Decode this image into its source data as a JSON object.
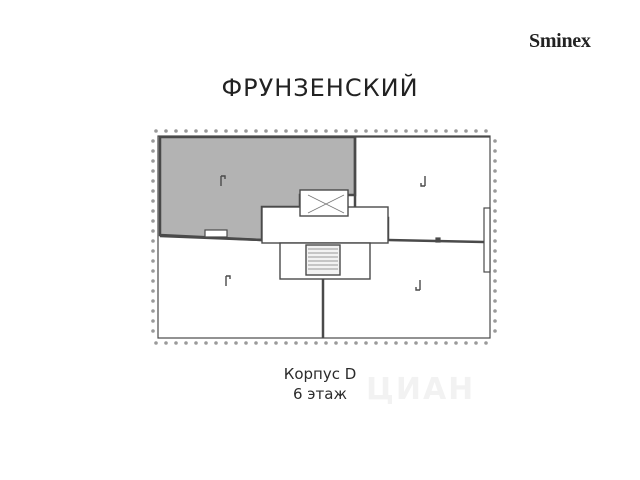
{
  "brand": {
    "name": "Sminex"
  },
  "title": "ФРУНЗЕНСКИЙ",
  "caption": {
    "building": "Корпус D",
    "floor": "6 этаж"
  },
  "watermark": "ЦИАН",
  "plan": {
    "selected_unit": "top-left",
    "colors": {
      "wall": "#4a4a4a",
      "selected_fill": "#b3b3b3",
      "dots": "#9a9a9a"
    }
  }
}
